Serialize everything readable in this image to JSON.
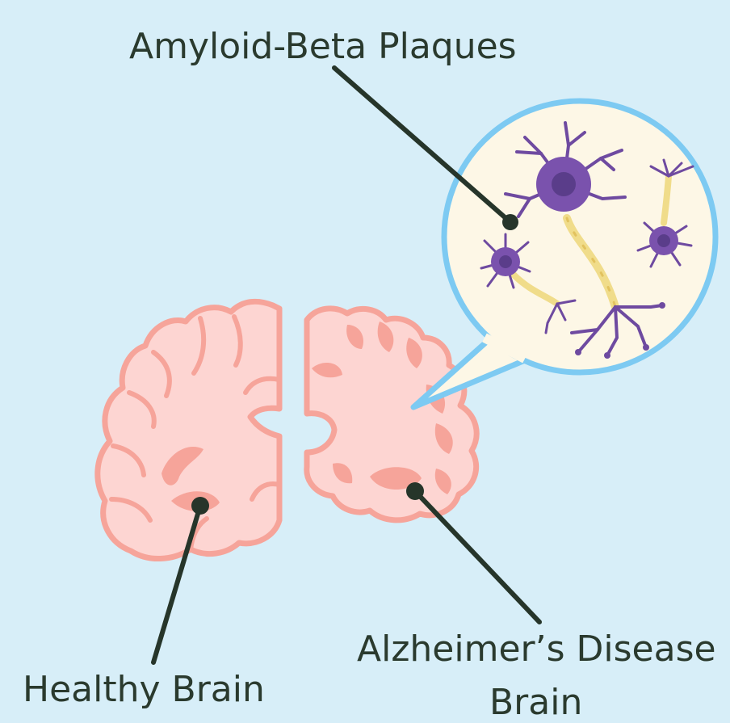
{
  "labels": {
    "amyloid": "Amyloid-Beta Plaques",
    "healthy": "Healthy Brain",
    "alzheimers_line1": "Alzheimer’s Disease",
    "alzheimers_line2": "Brain"
  },
  "colors": {
    "background": "#d7eef8",
    "brain_fill": "#fdd5d2",
    "brain_outline": "#f6a49a",
    "bubble_fill": "#fdf7e6",
    "bubble_outline": "#7dcaf2",
    "neuron": "#6e4aa0",
    "axon": "#f0dc8a",
    "pointer": "#26352a"
  }
}
